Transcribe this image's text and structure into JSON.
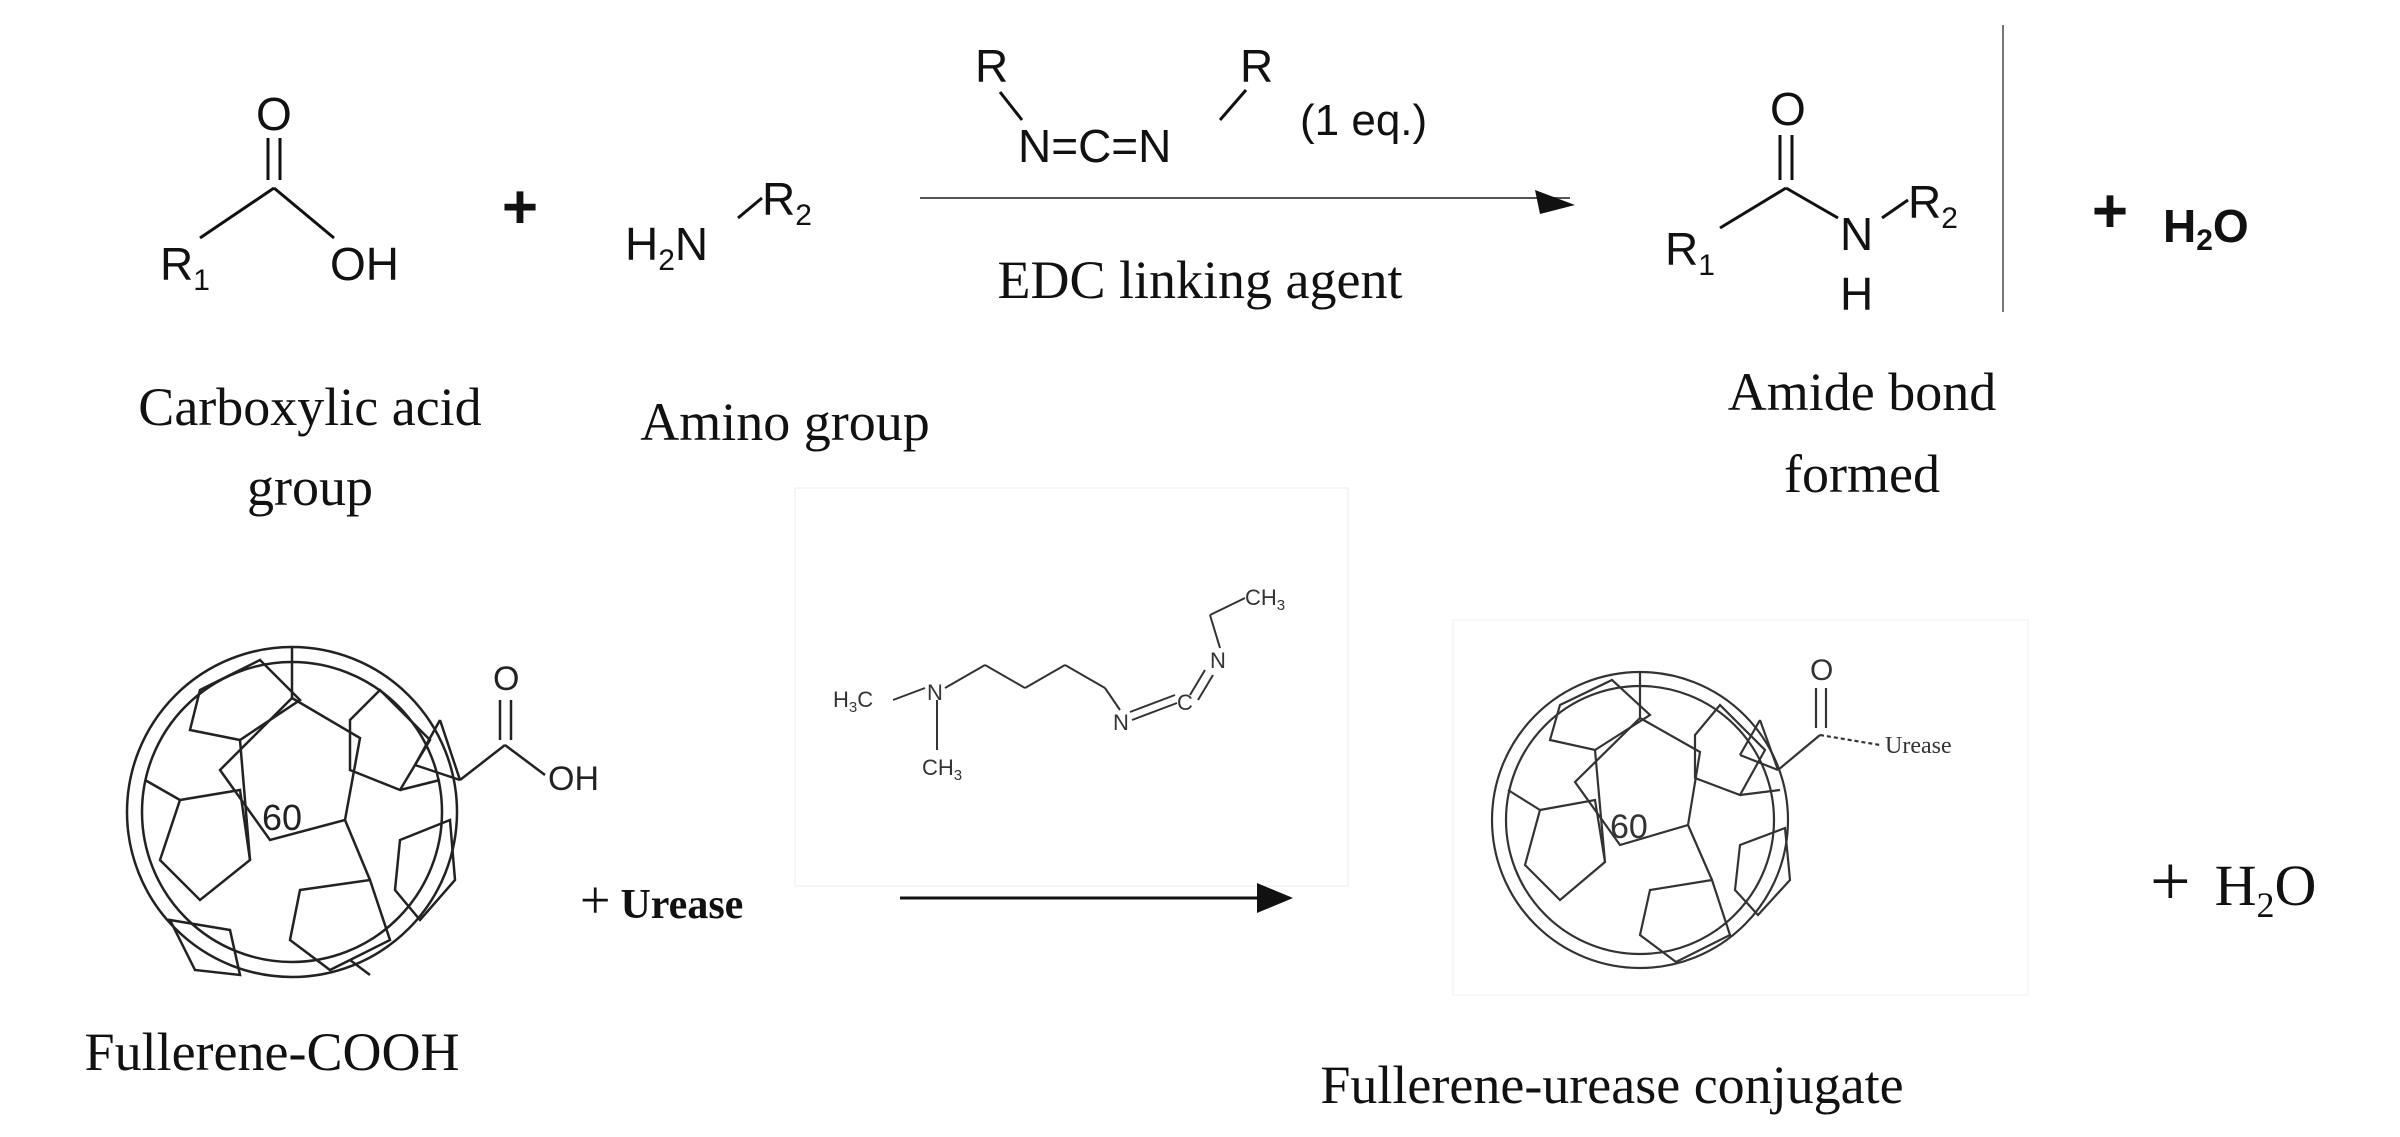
{
  "reaction1": {
    "acid": {
      "o": "O",
      "r_main": "R",
      "r_sub": "1",
      "oh": "OH",
      "label_line1": "Carboxylic acid",
      "label_line2": "group"
    },
    "plus1": "+",
    "amine": {
      "h": "H",
      "h_sub": "2",
      "n": "N",
      "r_main": "R",
      "r_sub": "2",
      "label": "Amino group"
    },
    "reagent": {
      "r_left": "R",
      "r_right": "R",
      "formula": "N=C=N",
      "eq": "(1 eq.)",
      "label": "EDC linking agent"
    },
    "amide": {
      "o": "O",
      "r1_main": "R",
      "r1_sub": "1",
      "n": "N",
      "h": "H",
      "r2_main": "R",
      "r2_sub": "2",
      "label_line1": "Amide bond",
      "label_line2": "formed"
    },
    "plus2": "+",
    "water": {
      "h": "H",
      "sub": "2",
      "o": "O"
    }
  },
  "reaction2": {
    "fullerene_cooh": {
      "center": "60",
      "o": "O",
      "oh": "OH",
      "label": "Fullerene-COOH"
    },
    "plus_urease": {
      "plus": "+",
      "text": "Urease"
    },
    "edc_structure": {
      "h3c_h": "H",
      "h3c_sub": "3",
      "h3c_c": "C",
      "n1": "N",
      "n2": "N",
      "n3": "N",
      "c": "C",
      "ch3_c": "CH",
      "ch3_sub": "3",
      "ch3b_c": "CH",
      "ch3b_sub": "3"
    },
    "conjugate": {
      "center": "60",
      "o": "O",
      "urease": "Urease",
      "label": "Fullerene-urease  conjugate"
    },
    "plus_water": {
      "plus": "+",
      "h": "H",
      "sub": "2",
      "o": "O"
    }
  }
}
